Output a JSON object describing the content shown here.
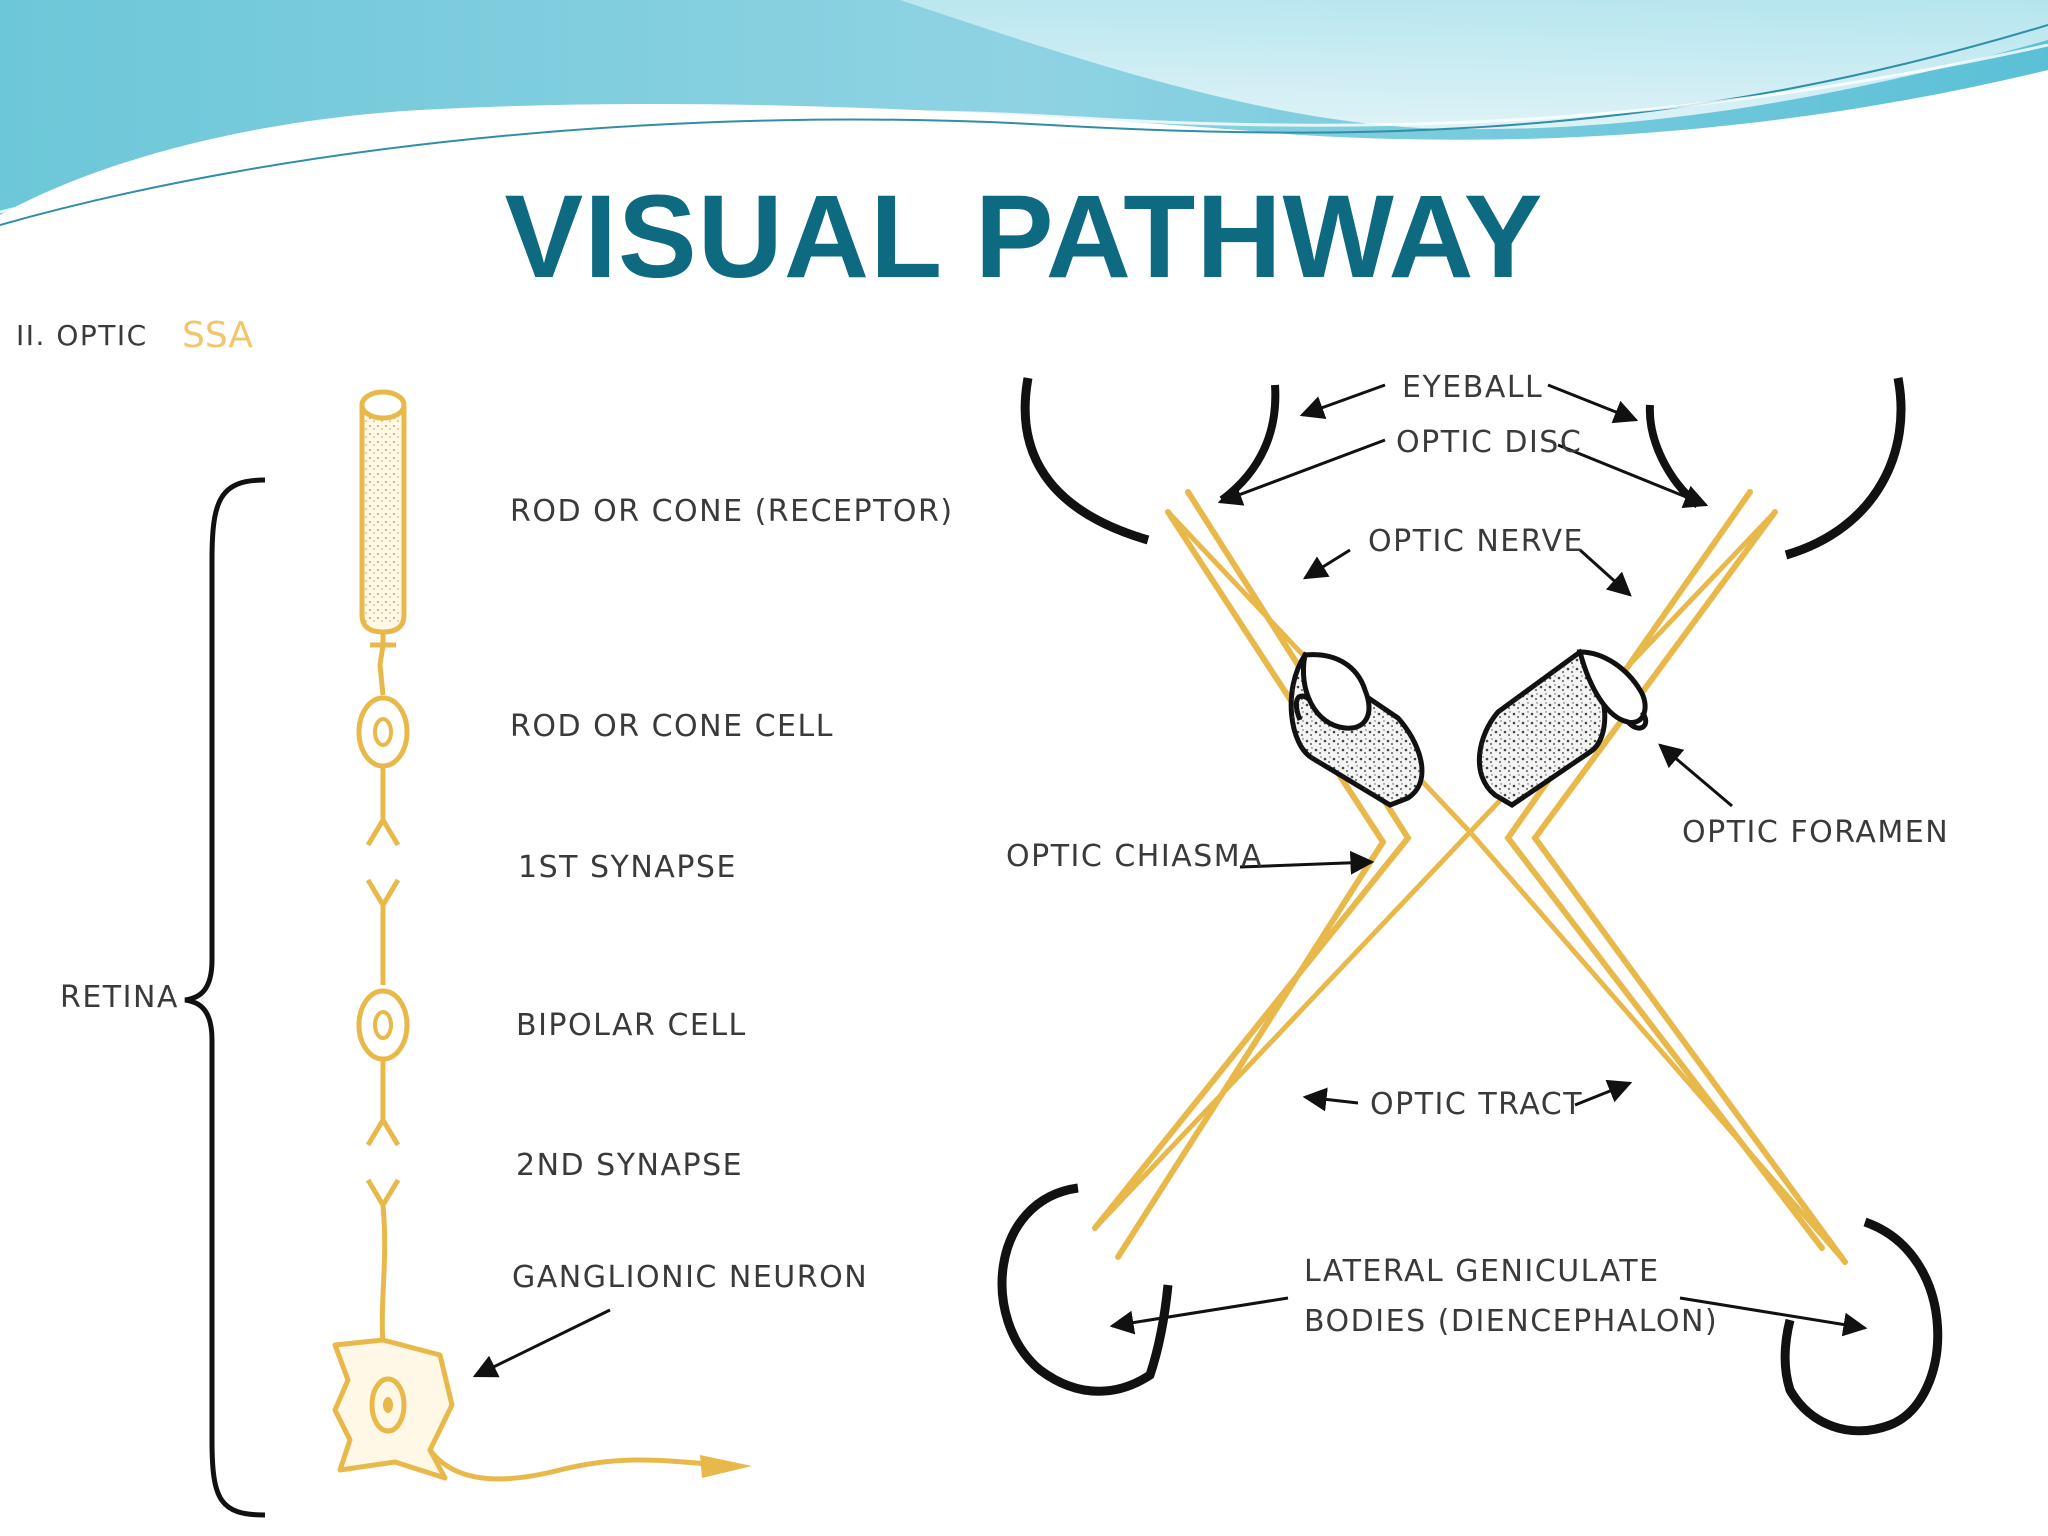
{
  "title": "VISUAL PATHWAY",
  "left_panel": {
    "heading": "II. OPTIC",
    "heading_tag": "SSA",
    "group_label": "RETINA",
    "labels": {
      "receptor": "ROD OR CONE (RECEPTOR)",
      "rod_cone_cell": "ROD OR CONE CELL",
      "first_synapse": "1ST SYNAPSE",
      "bipolar_cell": "BIPOLAR CELL",
      "second_synapse": "2ND SYNAPSE",
      "ganglionic_neuron": "GANGLIONIC NEURON"
    }
  },
  "right_panel": {
    "labels": {
      "eyeball": "EYEBALL",
      "optic_disc": "OPTIC DISC",
      "optic_nerve": "OPTIC NERVE",
      "optic_foramen": "OPTIC FORAMEN",
      "optic_chiasma": "OPTIC CHIASMA",
      "optic_tract": "OPTIC TRACT",
      "lgb_line1": "LATERAL GENICULATE",
      "lgb_line2": "BODIES (DIENCEPHALON)"
    }
  },
  "colors": {
    "title": "#0e6a80",
    "pathway": "#e8b94a",
    "ink": "#111111",
    "banner_light": "#9fe0ec",
    "banner_dark": "#4fb8cf"
  }
}
